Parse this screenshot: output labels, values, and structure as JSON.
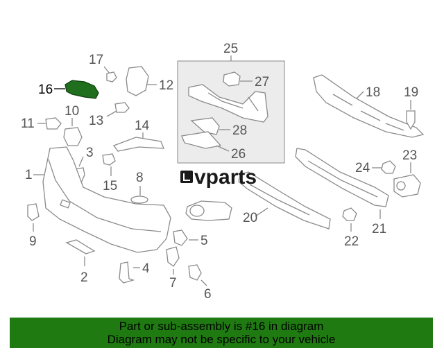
{
  "diagram": {
    "labels": {
      "l1": "1",
      "l2": "2",
      "l3": "3",
      "l4": "4",
      "l5": "5",
      "l6": "6",
      "l7": "7",
      "l8": "8",
      "l9": "9",
      "l10": "10",
      "l11": "11",
      "l12": "12",
      "l13": "13",
      "l14": "14",
      "l15": "15",
      "l16": "16",
      "l17": "17",
      "l18": "18",
      "l19": "19",
      "l20": "20",
      "l21": "21",
      "l22": "22",
      "l23": "23",
      "l24": "24",
      "l25": "25",
      "l26": "26",
      "l27": "27",
      "l28": "28"
    },
    "highlighted_part": "16",
    "highlight_color": "#1f6f1f"
  },
  "watermark": {
    "brand": "vparts",
    "icon": "lexus-l-logo-icon"
  },
  "banner": {
    "line1": "Part or sub-assembly is #16 in diagram",
    "line2": "Diagram may not be specific to your vehicle",
    "background": "#1f7a12"
  }
}
